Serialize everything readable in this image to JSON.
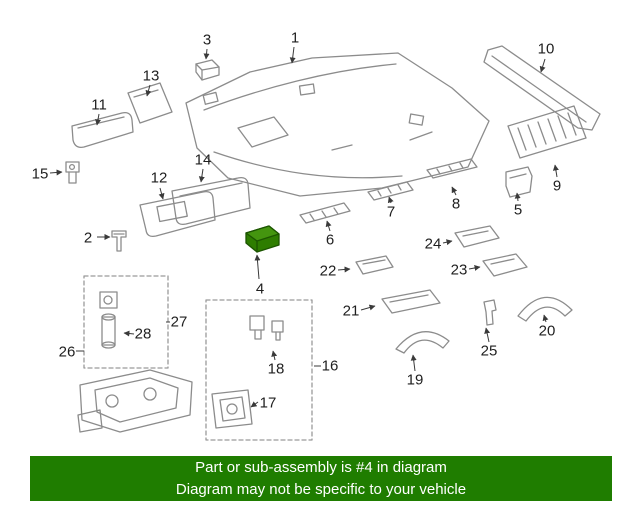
{
  "banner": {
    "line1": "Part or sub-assembly is #4 in diagram",
    "line2": "Diagram may not be specific to your vehicle",
    "bg_color": "#1f7d00",
    "text_color": "#ffffff"
  },
  "highlight": {
    "part_number": "4",
    "fill_color": "#2e7d00",
    "top_facet_color": "#44950f"
  },
  "diagram": {
    "type": "exploded-parts-diagram",
    "subject": "vehicle headliner and interior trim",
    "part_outline_color": "#8c8c8c",
    "leader_line_color": "#3a3a3a"
  },
  "callouts": {
    "c1": "1",
    "c2": "2",
    "c3": "3",
    "c4": "4",
    "c5": "5",
    "c6": "6",
    "c7": "7",
    "c8": "8",
    "c9": "9",
    "c10": "10",
    "c11": "11",
    "c12": "12",
    "c13": "13",
    "c14": "14",
    "c15": "15",
    "c16": "16",
    "c17": "17",
    "c18": "18",
    "c19": "19",
    "c20": "20",
    "c21": "21",
    "c22": "22",
    "c23": "23",
    "c24": "24",
    "c25": "25",
    "c26": "26",
    "c27": "27",
    "c28": "28"
  }
}
